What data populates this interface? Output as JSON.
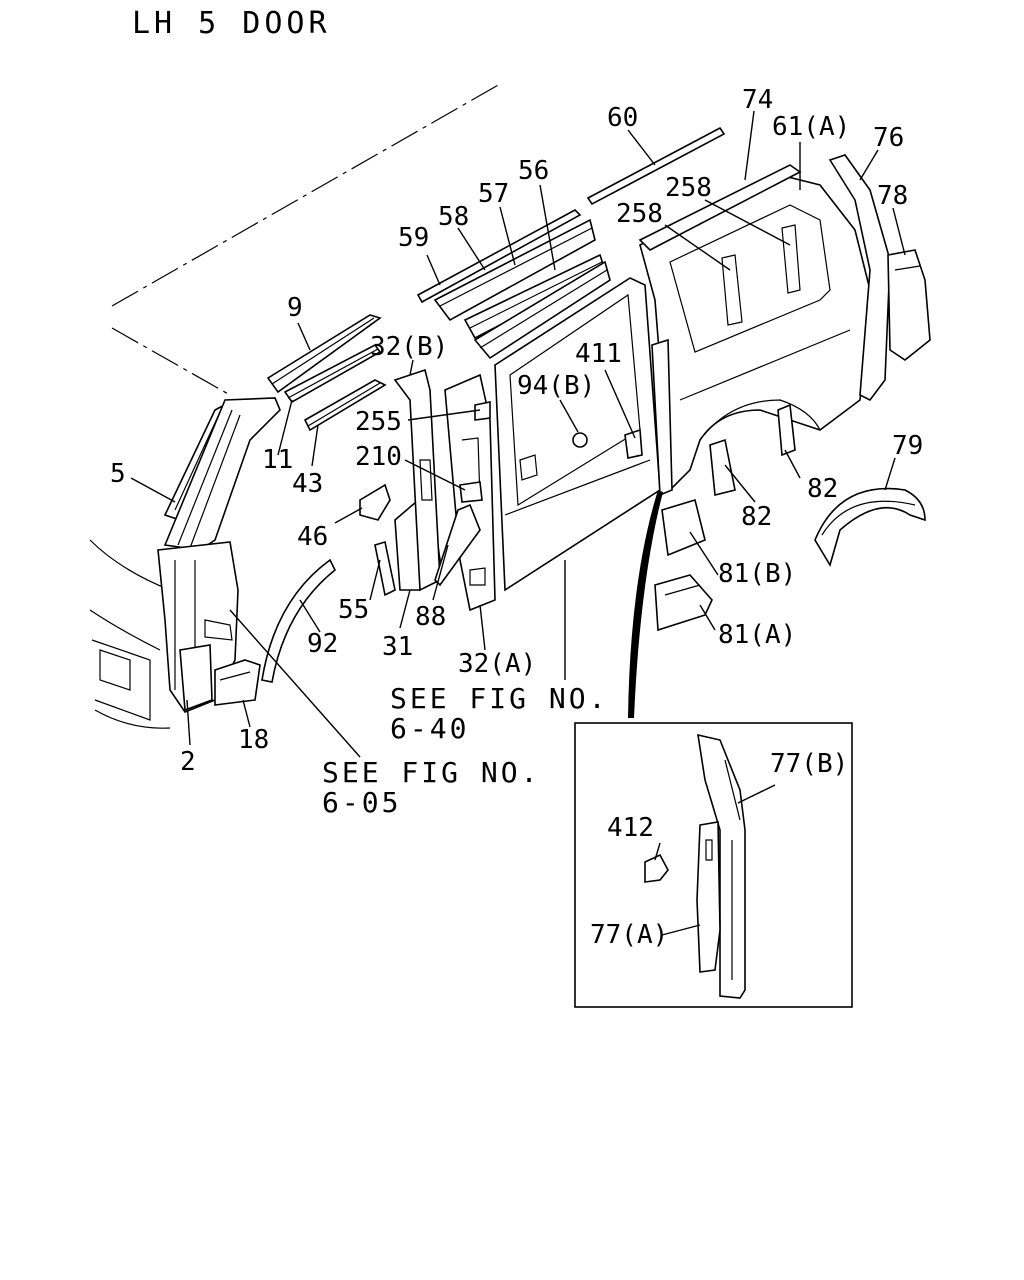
{
  "title": "LH 5 DOOR",
  "labels": {
    "p5": "5",
    "p2": "2",
    "p18": "18",
    "p9": "9",
    "p11": "11",
    "p43": "43",
    "p46": "46",
    "p55": "55",
    "p31": "31",
    "p92": "92",
    "p88": "88",
    "p32b": "32(B)",
    "p32a": "32(A)",
    "p255": "255",
    "p210": "210",
    "p59": "59",
    "p58": "58",
    "p57": "57",
    "p56": "56",
    "p60": "60",
    "p74": "74",
    "p61a": "61(A)",
    "p76": "76",
    "p78": "78",
    "p258a": "258",
    "p258b": "258",
    "p411": "411",
    "p94b": "94(B)",
    "p82a": "82",
    "p82b": "82",
    "p79": "79",
    "p81b": "81(B)",
    "p81a": "81(A)",
    "p77b": "77(B)",
    "p412": "412",
    "p77a": "77(A)"
  },
  "refs": {
    "fig640_line1": "SEE FIG NO.",
    "fig640_line2": "6-40",
    "fig605_line1": "SEE FIG NO.",
    "fig605_line2": "6-05"
  }
}
